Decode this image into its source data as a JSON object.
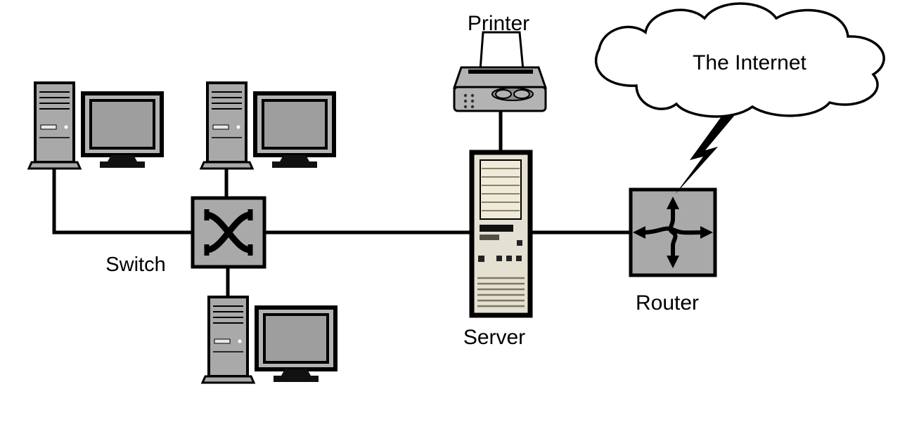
{
  "diagram": {
    "type": "network-topology-diagram",
    "labels": {
      "printer": "Printer",
      "internet": "The Internet",
      "switch": "Switch",
      "server": "Server",
      "router": "Router"
    },
    "nodes": [
      {
        "id": "workstation-1",
        "kind": "workstation"
      },
      {
        "id": "workstation-2",
        "kind": "workstation"
      },
      {
        "id": "workstation-3",
        "kind": "workstation"
      },
      {
        "id": "switch",
        "kind": "switch",
        "label": "Switch"
      },
      {
        "id": "server",
        "kind": "server",
        "label": "Server"
      },
      {
        "id": "printer",
        "kind": "printer",
        "label": "Printer"
      },
      {
        "id": "router",
        "kind": "router",
        "label": "Router"
      },
      {
        "id": "internet",
        "kind": "cloud",
        "label": "The Internet"
      }
    ],
    "edges": [
      [
        "workstation-1",
        "switch"
      ],
      [
        "workstation-2",
        "switch"
      ],
      [
        "workstation-3",
        "switch"
      ],
      [
        "switch",
        "server"
      ],
      [
        "server",
        "printer"
      ],
      [
        "server",
        "router"
      ],
      [
        "router",
        "internet"
      ]
    ],
    "colors": {
      "background": "#ffffff",
      "device_fill": "#a9a9a9",
      "screen_fill": "#9e9e9e",
      "server_face": "#e5e1d2",
      "line": "#000000"
    }
  }
}
